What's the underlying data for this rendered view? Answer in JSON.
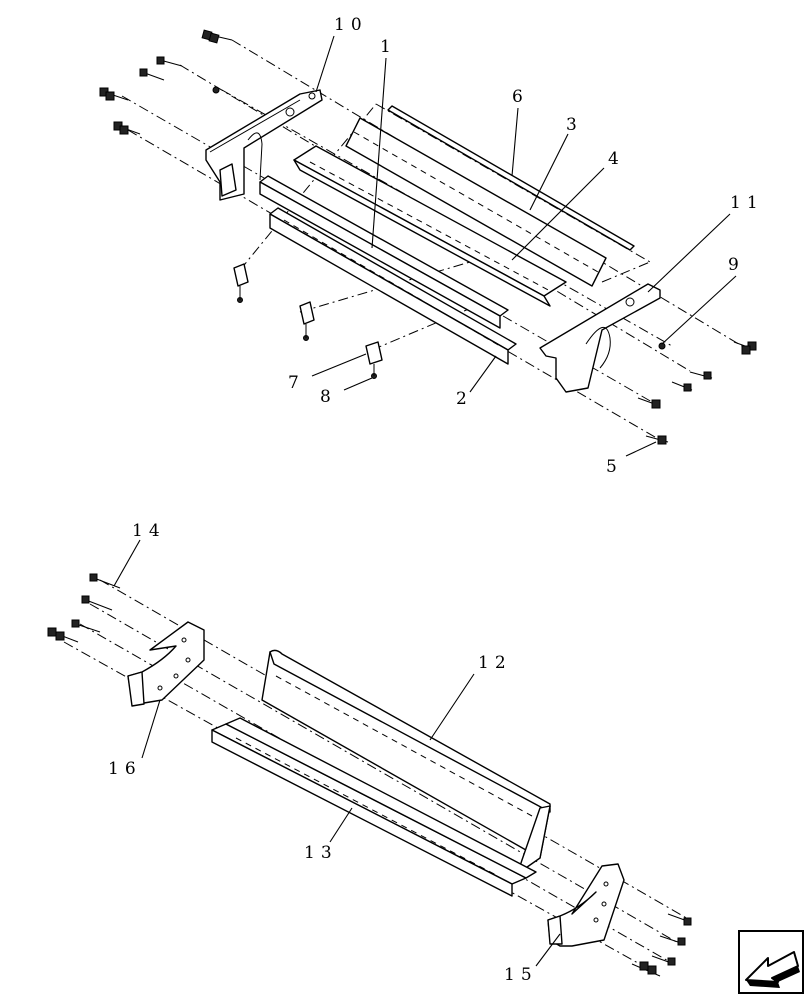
{
  "diagram": {
    "callouts": {
      "c1": "1",
      "c2": "2",
      "c3": "3",
      "c4": "4",
      "c5": "5",
      "c6": "6",
      "c7": "7",
      "c8": "8",
      "c9": "9",
      "c10": "10",
      "c11": "11",
      "c12": "12",
      "c13": "13",
      "c14": "14",
      "c15": "15",
      "c16": "16"
    }
  },
  "navigation": {
    "icon": "next-page-arrow-icon"
  }
}
